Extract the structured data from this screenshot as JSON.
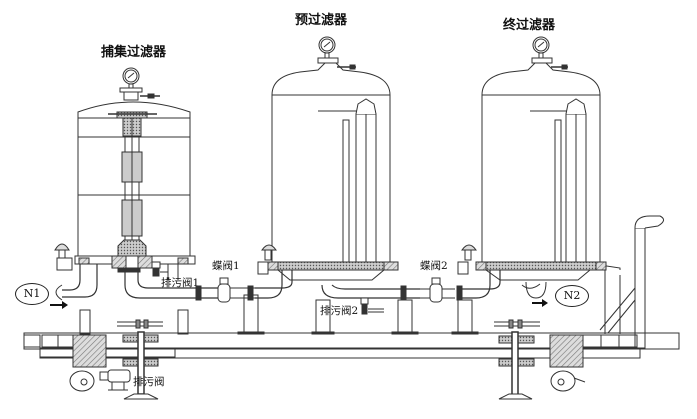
{
  "diagram": {
    "filters": [
      {
        "id": "capture",
        "label": "捕集过滤器"
      },
      {
        "id": "pre",
        "label": "预过滤器"
      },
      {
        "id": "final",
        "label": "终过滤器"
      }
    ],
    "valves": {
      "butterfly_1": "蝶阀1",
      "butterfly_2": "蝶阀2",
      "drain_1": "排污阀1",
      "drain_2": "排污阀2",
      "drain_main": "排污阀"
    },
    "ports": {
      "inlet": "N1",
      "outlet": "N2"
    }
  }
}
